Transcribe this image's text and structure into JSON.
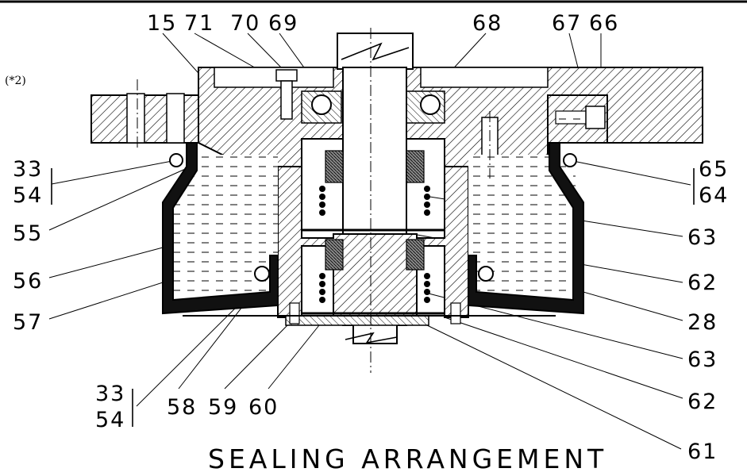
{
  "note": "(*2)",
  "title": "SEALING ARRANGEMENT",
  "callouts_top": [
    "15",
    "71",
    "70",
    "69",
    "68",
    "67",
    "66"
  ],
  "callouts_left": [
    "33",
    "54",
    "55",
    "56",
    "57"
  ],
  "callouts_bottom": [
    "33",
    "54",
    "58",
    "59",
    "60"
  ],
  "callouts_right": [
    "65",
    "64",
    "63",
    "62",
    "28",
    "63",
    "62",
    "61"
  ]
}
